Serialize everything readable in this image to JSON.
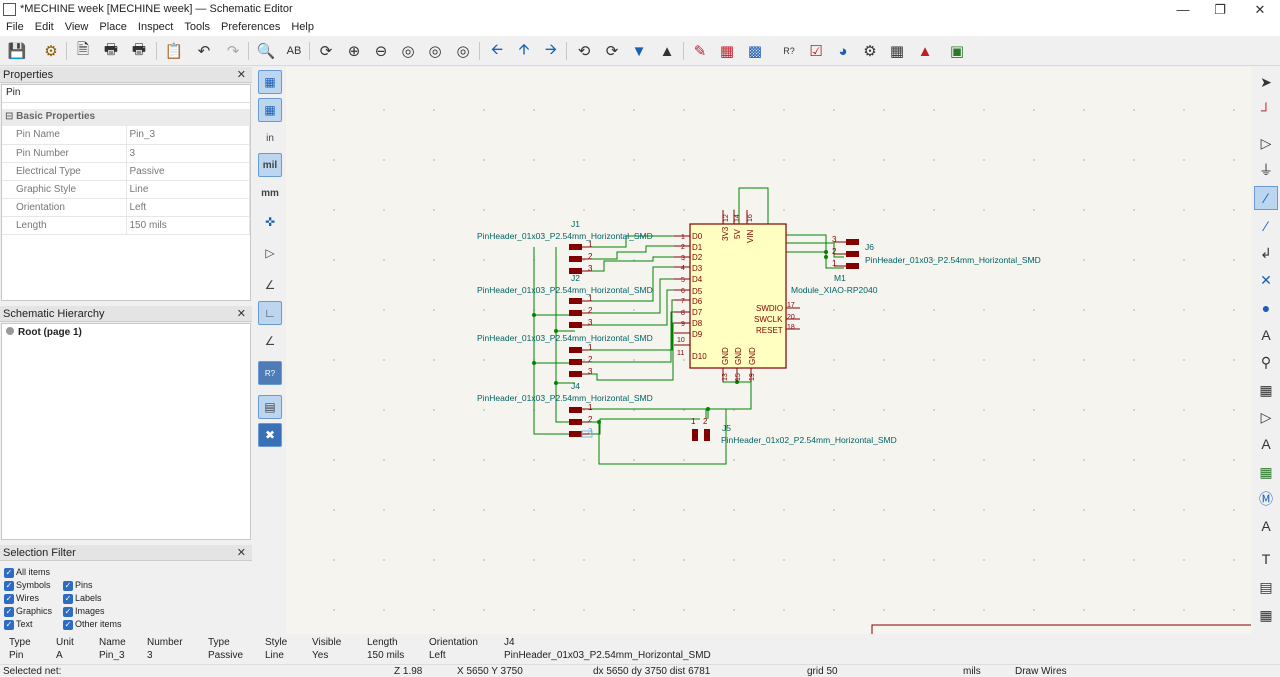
{
  "window": {
    "title": "*MECHINE week [MECHINE week] — Schematic Editor"
  },
  "menu": [
    "File",
    "Edit",
    "View",
    "Place",
    "Inspect",
    "Tools",
    "Preferences",
    "Help"
  ],
  "properties": {
    "title": "Properties",
    "item_type": "Pin",
    "section": "Basic Properties",
    "rows": [
      {
        "label": "Pin Name",
        "value": "Pin_3"
      },
      {
        "label": "Pin Number",
        "value": "3"
      },
      {
        "label": "Electrical Type",
        "value": "Passive"
      },
      {
        "label": "Graphic Style",
        "value": "Line"
      },
      {
        "label": "Orientation",
        "value": "Left"
      },
      {
        "label": "Length",
        "value": "150 mils"
      }
    ]
  },
  "hierarchy": {
    "title": "Schematic Hierarchy",
    "root": "Root (page 1)"
  },
  "selection_filter": {
    "title": "Selection Filter",
    "items": [
      "All items",
      "Symbols",
      "Pins",
      "Wires",
      "Labels",
      "Graphics",
      "Images",
      "Text",
      "Other items"
    ]
  },
  "left_toolbar": {
    "units_in": "in",
    "units_mil": "mil",
    "units_mm": "mm"
  },
  "schematic": {
    "j1_ref": "J1",
    "j2_ref": "J2",
    "j4_ref": "J4",
    "j5_ref": "J5",
    "j6_ref": "J6",
    "m1_ref": "M1",
    "hdr3": "PinHeader_01x03_P2.54mm_Horizontal_SMD",
    "hdr2": "PinHeader_01x02_P2.54mm_Horizontal_SMD",
    "module": "Module_XIAO-RP2040",
    "pins_left": [
      "D0",
      "D1",
      "D2",
      "D3",
      "D4",
      "D5",
      "D6",
      "D7",
      "D8",
      "D9",
      "D10"
    ],
    "pins_left_num": [
      "1",
      "2",
      "3",
      "4",
      "5",
      "6",
      "7",
      "8",
      "9",
      "10",
      "11"
    ],
    "pins_right": [
      "SWDIO",
      "SWCLK",
      "RESET"
    ],
    "pins_right_num": [
      "17",
      "20",
      "18"
    ],
    "pins_top": [
      "3V3",
      "5V",
      "VIN"
    ],
    "pins_top_num": [
      "12",
      "14",
      "16"
    ],
    "pins_bottom": [
      "GND",
      "GND",
      "GND"
    ],
    "pins_bottom_num": [
      "13",
      "15",
      "19"
    ],
    "n1": "1",
    "n2": "2",
    "n3": "3"
  },
  "infobar": {
    "headers": [
      "Type",
      "Unit",
      "Name",
      "Number",
      "Type",
      "Style",
      "Visible",
      "Length",
      "Orientation",
      "J4"
    ],
    "values": [
      "Pin",
      "A",
      "Pin_3",
      "3",
      "Passive",
      "Line",
      "Yes",
      "150 mils",
      "Left",
      "PinHeader_01x03_P2.54mm_Horizontal_SMD"
    ]
  },
  "status": {
    "selected_net": "Selected net:",
    "zoom": "Z 1.98",
    "coords": "X 5650  Y 3750",
    "delta": "dx 5650  dy 3750  dist 6781",
    "grid": "grid 50",
    "units": "mils",
    "mode": "Draw Wires"
  },
  "colors": {
    "wire": "#008400",
    "symbol_body": "#840000",
    "fill": "#ffffc2",
    "text": "#006464"
  }
}
